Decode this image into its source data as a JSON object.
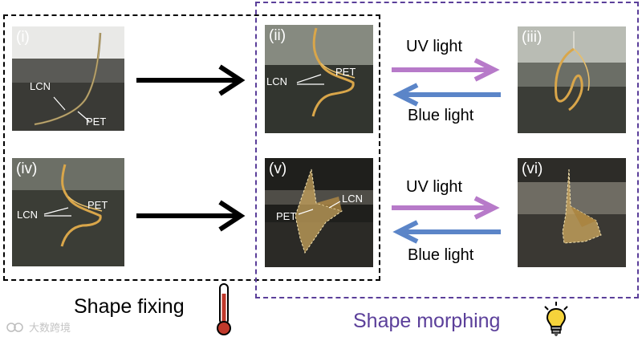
{
  "panels": {
    "i": {
      "id": "(i)",
      "lcn": "LCN",
      "pet": "PET"
    },
    "ii": {
      "id": "(ii)",
      "lcn": "LCN",
      "pet": "PET"
    },
    "iii": {
      "id": "(iii)"
    },
    "iv": {
      "id": "(iv)",
      "lcn": "LCN",
      "pet": "PET"
    },
    "v": {
      "id": "(v)",
      "lcn": "LCN",
      "pet": "PET"
    },
    "vi": {
      "id": "(vi)"
    }
  },
  "lights": {
    "top": {
      "uv": "UV light",
      "blue": "Blue light"
    },
    "bottom": {
      "uv": "UV light",
      "blue": "Blue light"
    }
  },
  "captions": {
    "fixing": "Shape fixing",
    "morphing": "Shape morphing"
  },
  "colors": {
    "fixing_frame": "#000000",
    "morphing_frame": "#5b3f9a",
    "morphing_text": "#5b3f9a",
    "uv_arrow": "#b77ac9",
    "blue_arrow": "#5b85c8",
    "strip": "#d9a64a"
  },
  "icons": {
    "fixing": "thermometer-icon",
    "morphing": "lightbulb-icon"
  },
  "watermark": "大数跨境"
}
